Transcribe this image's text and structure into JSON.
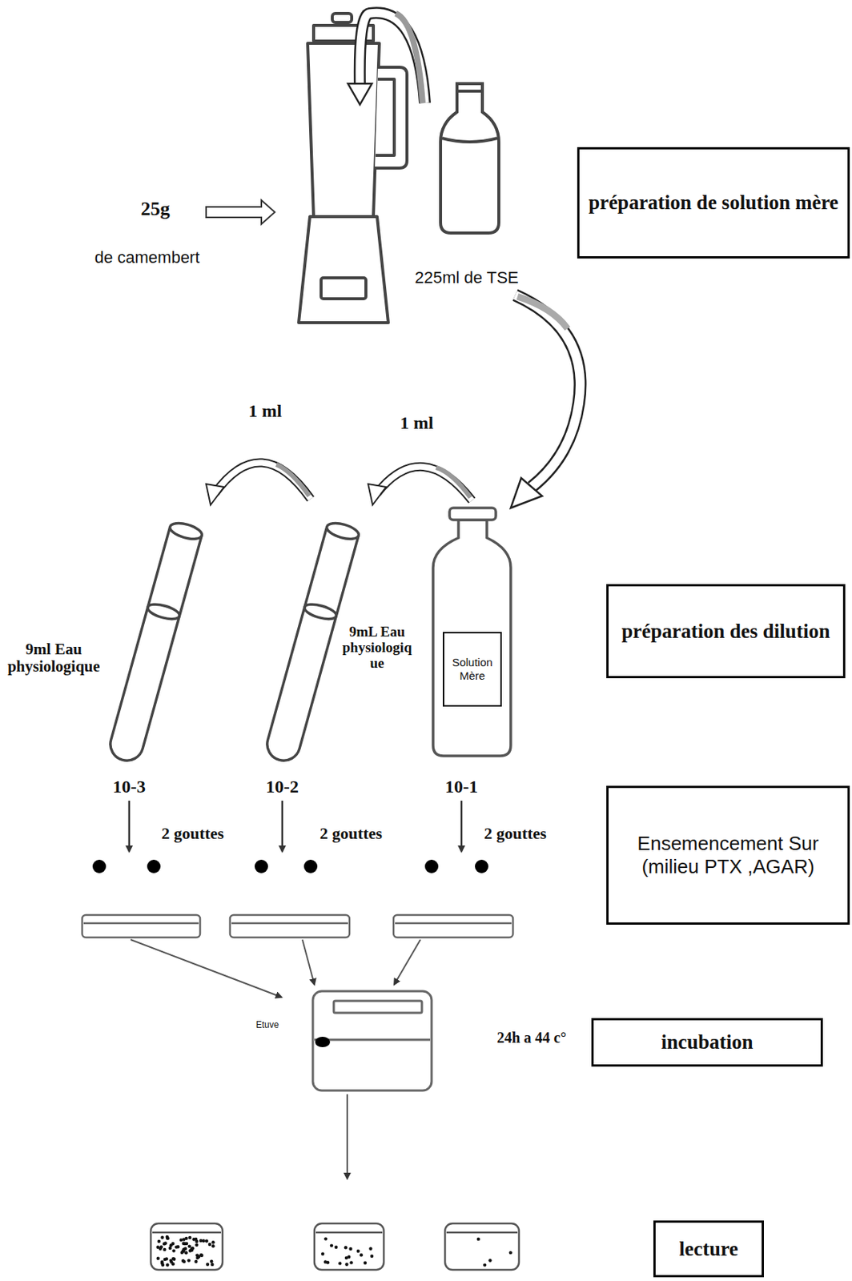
{
  "diagram": {
    "nodes": [
      {
        "text": [
          "préparation de solution mère"
        ]
      },
      {
        "text": [
          "Solution Mère"
        ]
      },
      {
        "text": [
          "préparation des dilution"
        ]
      },
      {
        "text": [
          "Ensemencement Sur (milieu PTX ,AGAR)"
        ]
      },
      {
        "text": [
          "incubation"
        ]
      },
      {
        "text": [
          "lecture"
        ]
      }
    ],
    "labels": [
      "25g",
      "de camembert",
      "225ml de TSE",
      "1 ml",
      "1 ml",
      "9ml Eau physiologique",
      "9mL Eau physiologiq ue",
      "10-3",
      "10-2",
      "10-1",
      "2 gouttes",
      "2 gouttes",
      "2 gouttes",
      "Etuve",
      "24h a 44 c°"
    ]
  }
}
